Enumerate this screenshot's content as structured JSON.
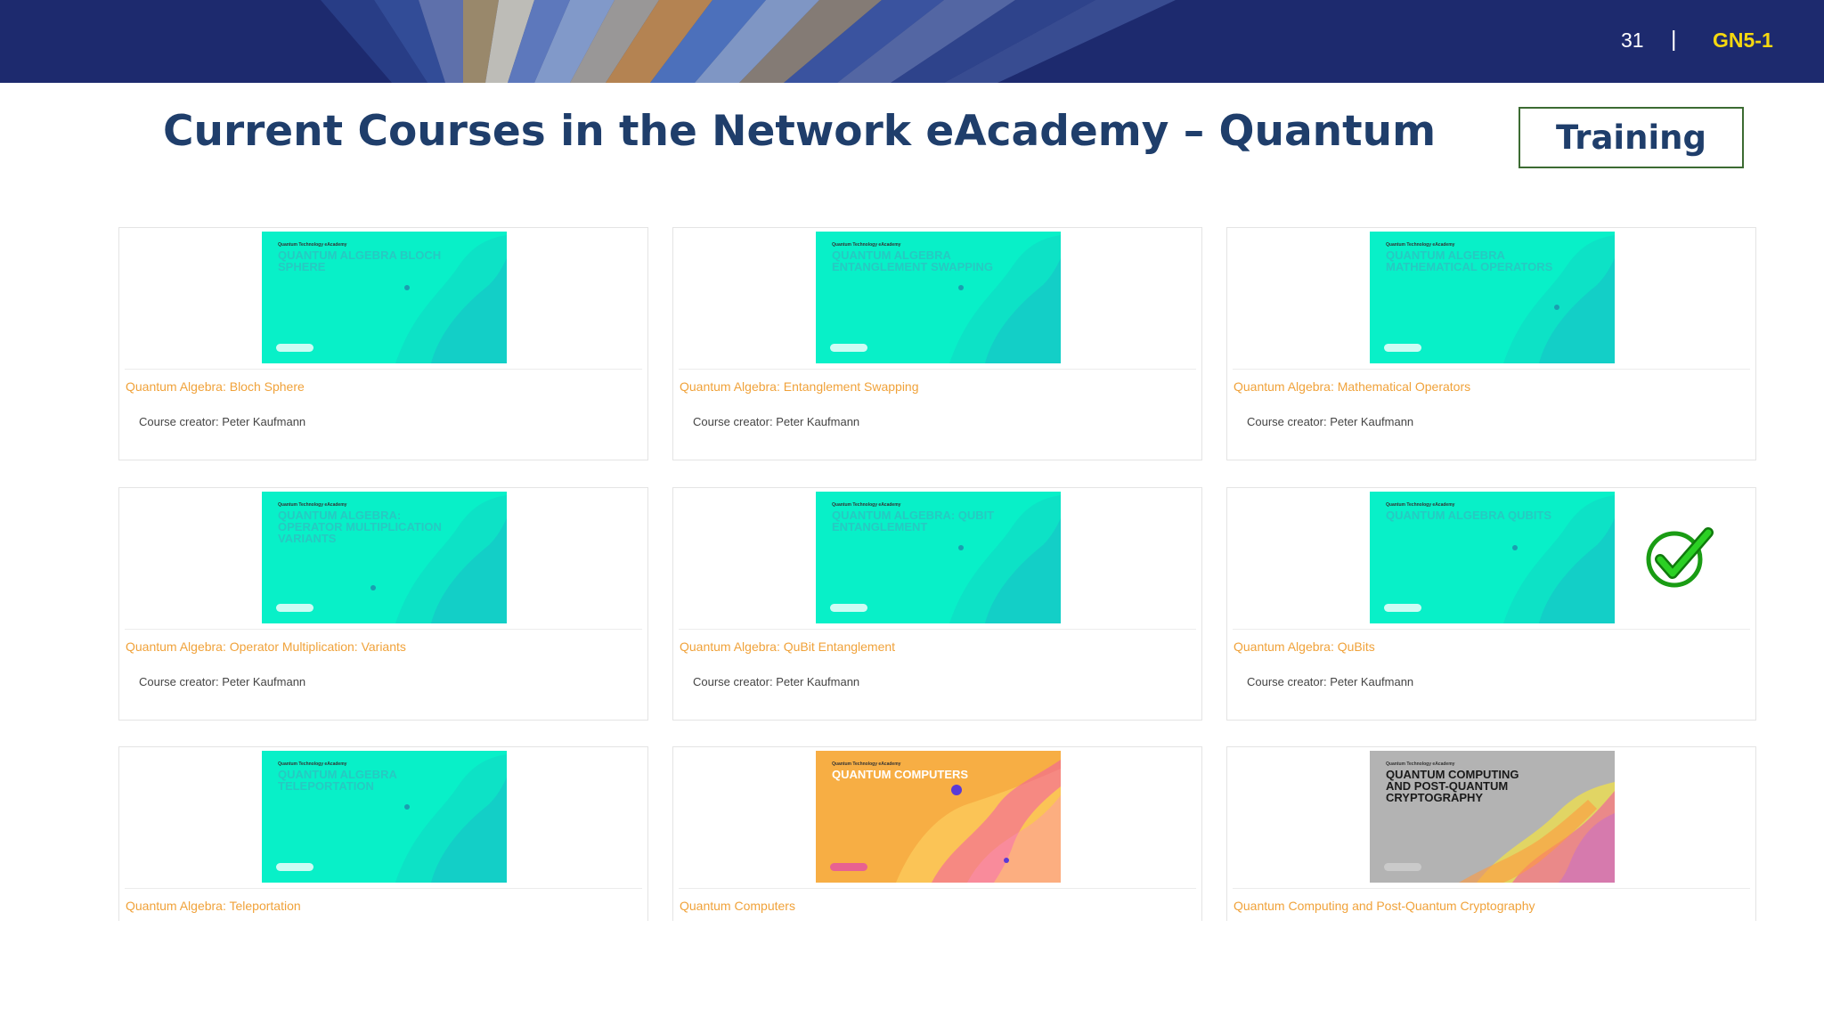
{
  "header": {
    "slide_number": "31",
    "separator": "|",
    "slide_code": "GN5-1"
  },
  "title": "Current Courses in the Network eAcademy – Quantum",
  "badge": "Training",
  "thumbnail_kicker": "Quantum Technology eAcademy",
  "courses": [
    {
      "thumb_title": "Quantum Algebra Bloch Sphere",
      "title": "Quantum Algebra: Bloch Sphere",
      "creator": "Course creator: Peter Kaufmann"
    },
    {
      "thumb_title": "Quantum Algebra Entanglement Swapping",
      "title": "Quantum Algebra: Entanglement Swapping",
      "creator": "Course creator: Peter Kaufmann"
    },
    {
      "thumb_title": "Quantum Algebra Mathematical Operators",
      "title": "Quantum Algebra: Mathematical Operators",
      "creator": "Course creator: Peter Kaufmann"
    },
    {
      "thumb_title": "Quantum Algebra: Operator Multiplication Variants",
      "title": "Quantum Algebra: Operator Multiplication: Variants",
      "creator": "Course creator: Peter Kaufmann"
    },
    {
      "thumb_title": "Quantum Algebra: QuBit Entanglement",
      "title": "Quantum Algebra: QuBit Entanglement",
      "creator": "Course creator: Peter Kaufmann"
    },
    {
      "thumb_title": "Quantum Algebra QuBits",
      "title": "Quantum Algebra: QuBits",
      "creator": "Course creator: Peter Kaufmann"
    },
    {
      "thumb_title": "Quantum Algebra Teleportation",
      "title": "Quantum Algebra: Teleportation"
    },
    {
      "thumb_title": "Quantum Computers",
      "title": "Quantum Computers"
    },
    {
      "thumb_title": "Quantum Computing and Post-Quantum Cryptography",
      "title": "Quantum Computing and Post-Quantum Cryptography"
    }
  ],
  "colors": {
    "banner": "#1d2a6e",
    "title": "#1f3e6b",
    "slide_code": "#f5d80f",
    "course_title": "#f0a23a",
    "thumb_teal": "#08f0c8",
    "thumb_orange": "#f7ae44",
    "thumb_gray": "#b3b3b3",
    "check_green": "#2bb51f"
  },
  "icons": [
    "checkmark-icon"
  ]
}
